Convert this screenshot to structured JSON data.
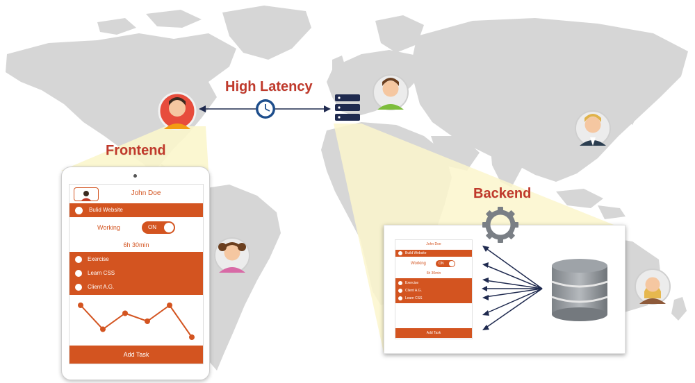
{
  "labels": {
    "high_latency": "High Latency",
    "frontend": "Frontend",
    "backend": "Backend"
  },
  "colors": {
    "accent": "#d35420",
    "title_red": "#c0392b",
    "map_gray": "#d6d6d6",
    "highlight_yellow": "#fbf6cc",
    "arrow_navy": "#1f2a4f"
  },
  "frontend_app": {
    "user_name": "John Doe",
    "first_task": "Bulid Website",
    "status_label": "Working",
    "toggle_label": "ON",
    "duration": "6h 30min",
    "tasks": [
      "Exercise",
      "Learn CSS",
      "Client A.G."
    ],
    "add_task": "Add Task",
    "chart_values": [
      4,
      1,
      3,
      2,
      4,
      0
    ]
  },
  "backend_app": {
    "user_name": "John Doe",
    "first_task": "Build Website",
    "status_label": "Working",
    "toggle_label": "ON",
    "duration": "6h 30min",
    "tasks": [
      "Exercise",
      "Client A.G.",
      "Learn CSS"
    ],
    "add_task": "Add Task"
  },
  "icons": {
    "server": "server-icon",
    "clock": "clock-icon",
    "gear": "gear-icon",
    "database": "database-icon"
  }
}
